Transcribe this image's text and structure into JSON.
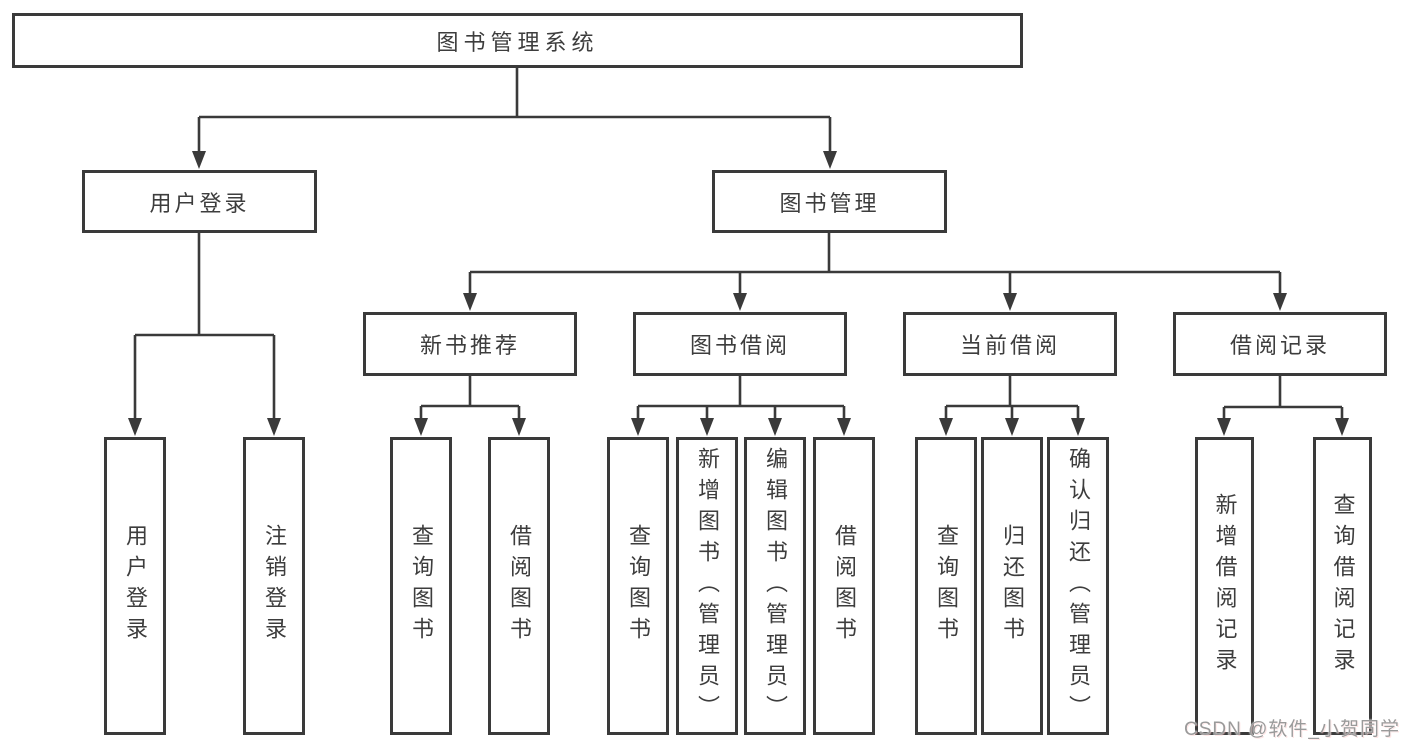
{
  "colors": {
    "line": "#3a3a3a",
    "text": "#3d3d3d",
    "background": "#ffffff",
    "watermark_text_color": "#9a9a9a"
  },
  "watermark": {
    "text": "CSDN @软件_小贺同学"
  },
  "tree": {
    "root": {
      "label": "图书管理系统",
      "children": [
        {
          "label": "用户登录",
          "children": [
            {
              "label": "用户登录"
            },
            {
              "label": "注销登录"
            }
          ]
        },
        {
          "label": "图书管理",
          "children": [
            {
              "label": "新书推荐",
              "children": [
                {
                  "label": "查询图书"
                },
                {
                  "label": "借阅图书"
                }
              ]
            },
            {
              "label": "图书借阅",
              "children": [
                {
                  "label": "查询图书"
                },
                {
                  "label": "新增图书（管理员）"
                },
                {
                  "label": "编辑图书（管理员）"
                },
                {
                  "label": "借阅图书"
                }
              ]
            },
            {
              "label": "当前借阅",
              "children": [
                {
                  "label": "查询图书"
                },
                {
                  "label": "归还图书"
                },
                {
                  "label": "确认归还（管理员）"
                }
              ]
            },
            {
              "label": "借阅记录",
              "children": [
                {
                  "label": "新增借阅记录"
                },
                {
                  "label": "查询借阅记录"
                }
              ]
            }
          ]
        }
      ]
    }
  }
}
